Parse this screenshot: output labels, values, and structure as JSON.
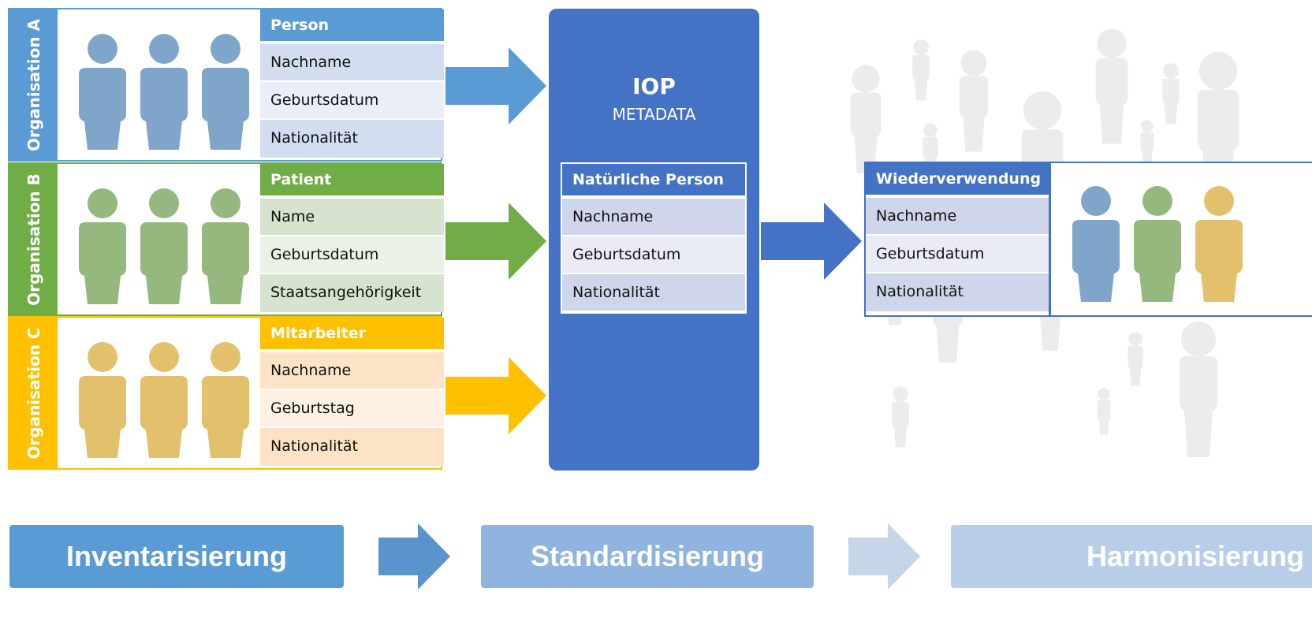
{
  "organisations": [
    {
      "label": "Organisation A",
      "color": "#5b9bd5",
      "person_color": "#7fa6ca",
      "header": "Person",
      "fields": [
        "Nachname",
        "Geburtsdatum",
        "Nationalität"
      ],
      "row_colors": [
        "#d2ddef",
        "#e9eef7",
        "#d2ddef"
      ]
    },
    {
      "label": "Organisation B",
      "color": "#70ad47",
      "person_color": "#94b87e",
      "header": "Patient",
      "fields": [
        "Name",
        "Geburtsdatum",
        "Staatsangehörigkeit"
      ],
      "row_colors": [
        "#d5e3cf",
        "#eaf1e7",
        "#d5e3cf"
      ]
    },
    {
      "label": "Organisation C",
      "color": "#ffc000",
      "person_color": "#e2c06c",
      "header": "Mitarbeiter",
      "fields": [
        "Nachname",
        "Geburtstag",
        "Nationalität"
      ],
      "row_colors": [
        "#fde3c6",
        "#fef1e3",
        "#fde3c6"
      ]
    }
  ],
  "iop": {
    "title": "IOP",
    "subtitle": "METADATA",
    "color": "#4472c4",
    "table_header": "Natürliche Person",
    "fields": [
      "Nachname",
      "Geburtsdatum",
      "Nationalität"
    ]
  },
  "reuse": {
    "table_header": "Wiederverwendung",
    "fields": [
      "Nachname",
      "Geburtsdatum",
      "Nationalität"
    ],
    "person_colors": [
      "#7fa6ca",
      "#94b87e",
      "#e2c06c"
    ]
  },
  "stages": [
    {
      "label": "Inventarisierung",
      "color": "#5b9bd5"
    },
    {
      "label": "Standardisierung",
      "color": "#8fb4df"
    },
    {
      "label": "Harmonisierung",
      "color": "#b7cde8"
    }
  ],
  "stage_arrow_colors": [
    "#5b93cc",
    "#c6d5ea"
  ],
  "background_person_color": "#ececec"
}
